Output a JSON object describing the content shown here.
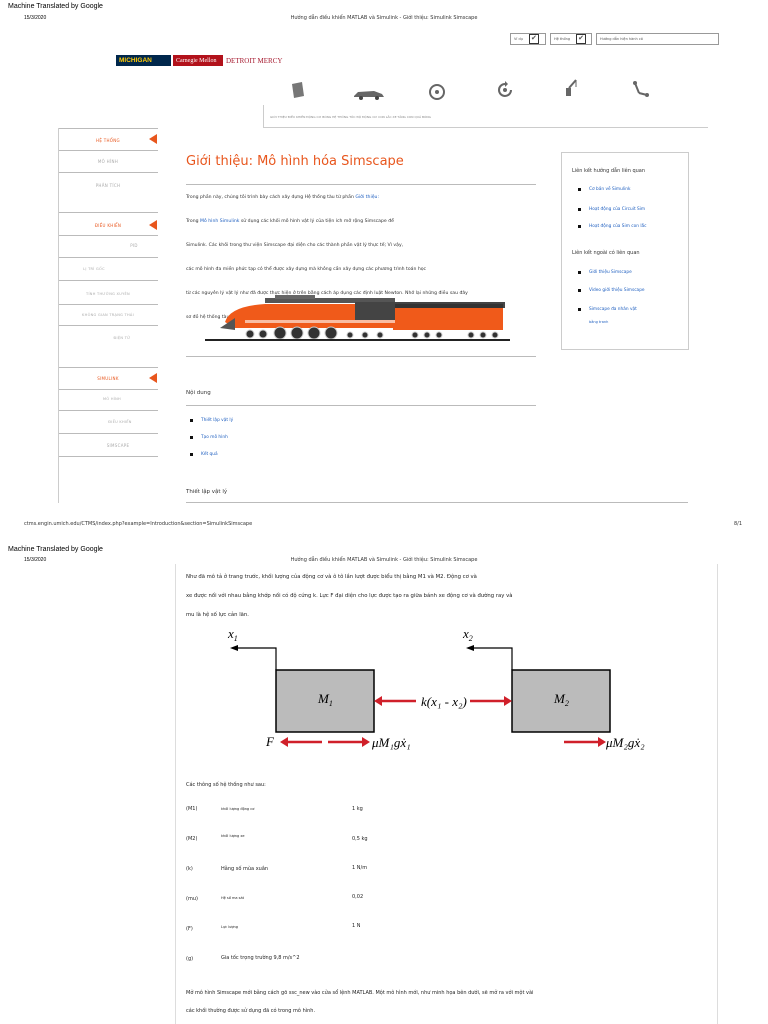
{
  "page_header": {
    "machine_translated": "Machine Translated by Google",
    "date": "15/3/2020",
    "doc_title": "Hướng dẫn điều khiển MATLAB và Simulink - Giới thiệu: Simulink Simscape"
  },
  "top_controls": {
    "box1_label": "Ví dụ",
    "box1_check": "✔",
    "box2_label": "Hệ thống",
    "box2_check": "✔",
    "search_placeholder": "Hướng dẫn hiện hành có"
  },
  "logos": {
    "michigan": "MICHIGAN",
    "cmu": "Carnegie Mellon",
    "detroit": "DETROIT MERCY"
  },
  "nav": {
    "icons": [
      "box-icon",
      "car-icon",
      "cycle-icon",
      "refresh-icon",
      "crane-icon",
      "arm-icon"
    ],
    "labels": "GIỚI THIỆU  ĐIỀU KHIỂN  ĐỘNG CƠ  BÓNG  HỆ THỐNG  TỐC ĐỘ  ĐỘNG CƠ  CON LẮC  XE TĂNG  CON  QUẢ BÓNG"
  },
  "sidebar": {
    "items": [
      {
        "label": "HỆ THỐNG",
        "active": true
      },
      {
        "label": "MÔ HÌNH",
        "active": false
      },
      {
        "label": "PHÂN TÍCH",
        "active": false
      },
      {
        "label": "ĐIỀU KHIỂN",
        "active": true
      },
      {
        "label": "PID",
        "active": false
      },
      {
        "label": "LỊ TRÍ GỐC",
        "active": false
      },
      {
        "label": "TÍNH THƯỜNG XUYÊN",
        "active": false
      },
      {
        "label": "KHÔNG GIAN TRẠNG THÁI",
        "active": false
      },
      {
        "label": "ĐIỆN TỬ",
        "active": false
      },
      {
        "label": "SIMULINK",
        "active": true
      },
      {
        "label": "MÔ HÌNH",
        "active": false
      },
      {
        "label": "ĐIỀU KHIỂN",
        "active": false
      },
      {
        "label": "SIMSCAPE",
        "active": false
      }
    ]
  },
  "main": {
    "title": "Giới thiệu: Mô hình hóa Simscape",
    "intro_lines": [
      {
        "pre": "Trong phần này, chúng tôi trình bày cách xây dựng Hệ thống tàu từ phần ",
        "link": "Giới thiệu:",
        "post": ""
      },
      {
        "pre": "Trong ",
        "link": "Mô hình Simulink",
        "post": " sử dụng các khối mô hình vật lý của tiện ích mở rộng Simscape để"
      },
      {
        "pre": "Simulink. Các khối trong thư viện Simscape đại diện cho các thành phần vật lý thực tế; Vì vậy,",
        "link": "",
        "post": ""
      },
      {
        "pre": "các mô hình đa miền phức tạp có thể được xây dựng mà không cần xây dựng các phương trình toán học",
        "link": "",
        "post": ""
      },
      {
        "pre": "từ các nguyên lý vật lý như đã được thực hiện ở trên bằng cách áp dụng các định luật Newton. Nhớ lại những điều sau đây",
        "link": "",
        "post": ""
      },
      {
        "pre": "sơ đồ hệ thống tàu hỏa:",
        "link": "",
        "post": ""
      }
    ],
    "contents_title": "Nội dung",
    "contents": [
      "Thiết lập vật lý",
      "Tạo mô hình",
      "Kết quả"
    ],
    "physical_setup_title": "Thiết lập vật lý"
  },
  "related": {
    "head1": "Liên kết hướng dẫn liên quan",
    "links1": [
      "Cơ bản về Simulink",
      "Hoạt động của Circuit Sim",
      "Hoạt động của Sim con lắc"
    ],
    "head2": "Liên kết ngoài có liên quan",
    "links2": [
      "Giới thiệu Simscape",
      "Video giới thiệu Simscape",
      "Simscape đa nhân vật"
    ],
    "links2_sub": "bằng tranh"
  },
  "footer": {
    "url": "ctms.engin.umich.edu/CTMS/index.php?example=Introduction&section=SimulinkSimscape",
    "page": "8/1"
  },
  "page2": {
    "machine_translated": "Machine Translated by Google",
    "date": "15/3/2020",
    "doc_title": "Hướng dẫn điều khiển MATLAB và Simulink - Giới thiệu: Simulink Simscape",
    "para": [
      "Như đã mô tả ở trang trước, khối lượng của động cơ và ô tô lần lượt được biểu thị bằng M1 và M2. Động cơ và",
      "xe được nối với nhau bằng khớp nối có độ cứng k. Lực F đại diện cho lực được tạo ra giữa bánh xe động cơ và đường ray và",
      "mu là hệ số lực cản lăn."
    ],
    "diagram": {
      "x1": "x",
      "x1_sub": "1",
      "x2": "x",
      "x2_sub": "2",
      "m1": "M",
      "m1_sub": "1",
      "m2": "M",
      "m2_sub": "2",
      "spring": "k(x₁ - x₂)",
      "force": "F",
      "friction1": "μM₁gẋ₁",
      "friction2": "μM₂gẋ₂"
    },
    "params_intro": "Các thông số hệ thống như sau:",
    "params": [
      {
        "sym": "(M1)",
        "desc": "khối lượng động cơ",
        "val": "1 kg",
        "small": true
      },
      {
        "sym": "(M2)",
        "desc": "khối lượng xe",
        "val": "0,5 kg",
        "small": true
      },
      {
        "sym": "(k)",
        "desc": "Hằng số mùa xuân",
        "val": "1 N/m",
        "small": false
      },
      {
        "sym": "(mu)",
        "desc": "Hệ số ma sát",
        "val": "0,02",
        "small": true
      },
      {
        "sym": "(F)",
        "desc": "Lực lượng",
        "val": "1 N",
        "small": true
      },
      {
        "sym": "(g)",
        "desc": "Gia tốc trọng trường 9,8 m/s^2",
        "val": "",
        "small": false
      }
    ],
    "closing": [
      "Mở mô hình Simscape mới bằng cách gõ ssc_new vào cửa sổ lệnh MATLAB. Một mô hình mới, như minh họa bên dưới, sẽ mở ra với một vài",
      "các khối thường được sử dụng đã có trong mô hình."
    ]
  }
}
